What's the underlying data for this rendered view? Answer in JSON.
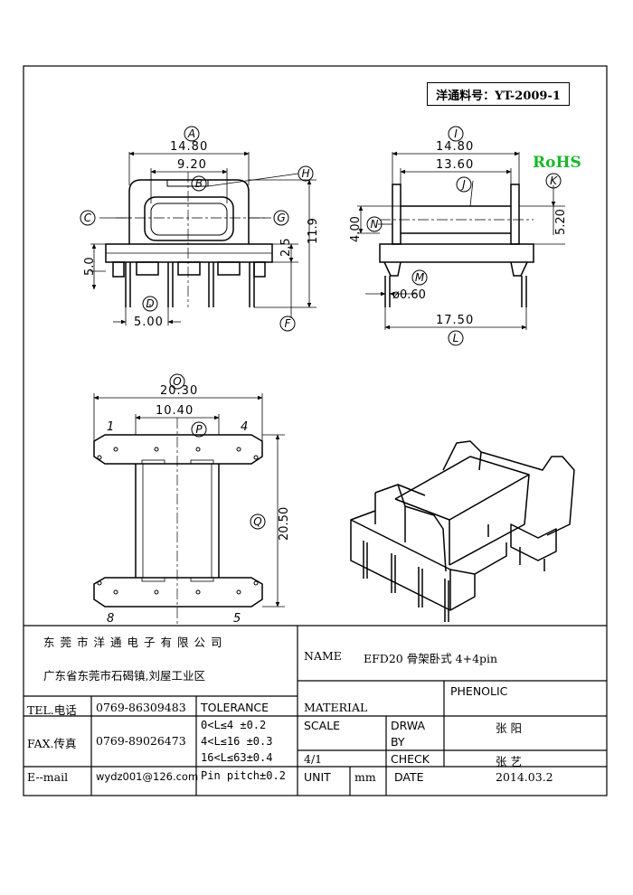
{
  "part_number": "洋通料号：YT-2009-1",
  "rohs": "RoHS",
  "dimensions": {
    "front": {
      "A": "14.80",
      "B": "9.20",
      "D": "5.00",
      "H": "11.9",
      "G": "2.5",
      "C": "5.0"
    },
    "side": {
      "I": "14.80",
      "J": "13.60",
      "N": "4.00",
      "K": "5.20",
      "M": "0.60",
      "L": "17.50"
    },
    "bottom": {
      "O": "20.30",
      "P": "10.40",
      "Q": "20.50"
    }
  },
  "letters": [
    "A",
    "B",
    "C",
    "D",
    "F",
    "G",
    "H",
    "I",
    "J",
    "K",
    "L",
    "M",
    "N",
    "O",
    "P",
    "Q"
  ],
  "pin_labels": [
    "1",
    "4",
    "8",
    "5"
  ],
  "title_block": {
    "company": "东莞市洋通电子有限公司",
    "address": "广东省东莞市石碣镇,刘屋工业区",
    "name_label": "NAME",
    "name_value": "EFD20 骨架卧式 4+4pin",
    "tel_label": "TEL.电话",
    "tel_value": "0769-86309483",
    "fax_label": "FAX.传真",
    "fax_value": "0769-89026473",
    "email_label": "E--mail",
    "email_value": "wydz001@126.com",
    "tolerance_label": "TOLERANCE",
    "tolerance_rows": [
      "0<L≤4  ±0.2",
      "4<L≤16 ±0.3",
      "16<L≤63±0.4",
      "Pin pitch±0.2"
    ],
    "material_label": "MATERIAL",
    "material_value": "PHENOLIC",
    "scale_label": "SCALE",
    "scale_value": "4/1",
    "draw_label_1": "DRWA",
    "draw_label_2": "BY",
    "draw_value": "张 阳",
    "check_label": "CHECK",
    "check_value": "张 艺",
    "unit_label": "UNIT",
    "unit_value": "mm",
    "date_label": "DATE",
    "date_value": "2014.03.2"
  }
}
